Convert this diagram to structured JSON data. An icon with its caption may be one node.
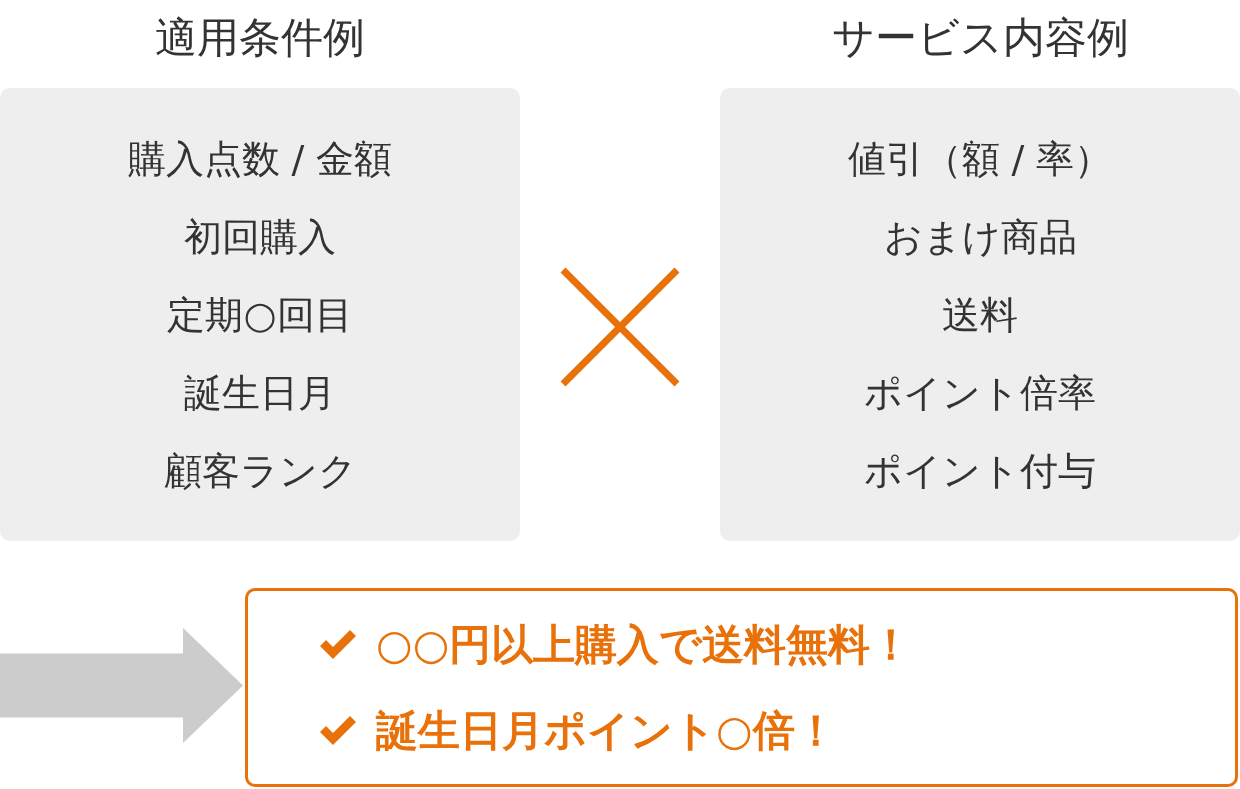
{
  "diagram": {
    "nodes": [
      {
        "text": [
          "適用条件例",
          "購入点数 / 金額",
          "初回購入",
          "定期○回目",
          "誕生日月",
          "顧客ランク"
        ]
      },
      {
        "text": [
          "サービス内容例",
          "値引（額 / 率）",
          "おまけ商品",
          "送料",
          "ポイント倍率",
          "ポイント付与"
        ]
      },
      {
        "text": [
          "○○円以上購入で送料無料！",
          "誕生日月ポイント○倍！"
        ]
      }
    ],
    "edges": [
      {
        "from": null,
        "to": 2,
        "arrow": "to",
        "style": "thick",
        "color": "#cccccc"
      }
    ]
  }
}
